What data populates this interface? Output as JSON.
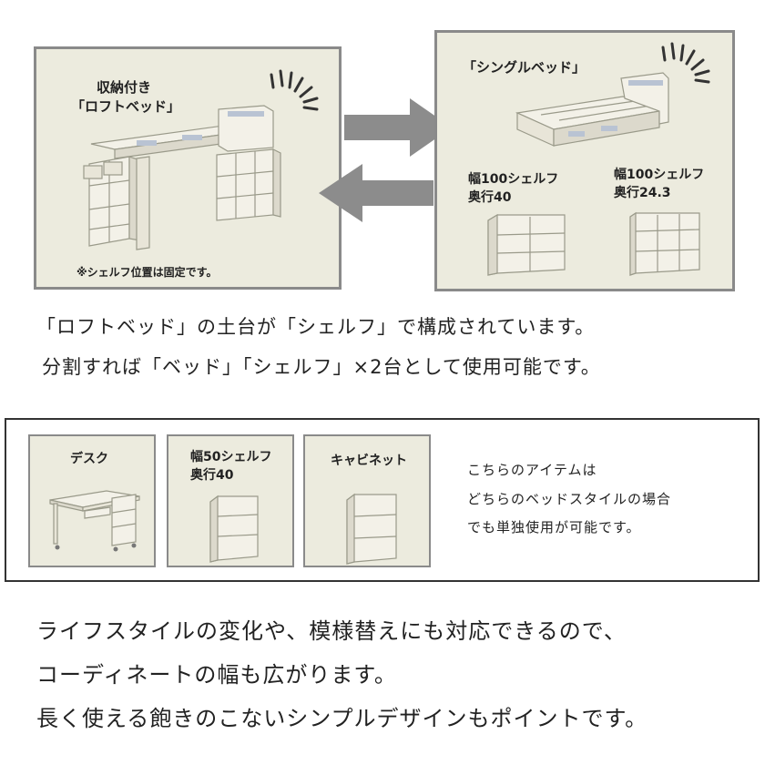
{
  "loft_panel": {
    "title_line1": "収納付き",
    "title_line2": "「ロフトベッド」",
    "footnote": "※シェルフ位置は固定です。"
  },
  "single_panel": {
    "title": "「シングルベッド」",
    "shelf1_line1": "幅100シェルフ",
    "shelf1_line2": "奥行40",
    "shelf2_line1": "幅100シェルフ",
    "shelf2_line2": "奥行24.3"
  },
  "middle_text": {
    "line1": "「ロフトベッド」の土台が「シェルフ」で構成されています。",
    "line2": "分割すれば「ベッド」「シェルフ」×2台として使用可能です。"
  },
  "items": {
    "desk_label": "デスク",
    "shelf50_line1": "幅50シェルフ",
    "shelf50_line2": "奥行40",
    "cabinet_label": "キャビネット",
    "note_line1": "こちらのアイテムは",
    "note_line2": "どちらのベッドスタイルの場合",
    "note_line3": "でも単独使用が可能です。"
  },
  "bottom_text": {
    "line1": "ライフスタイルの変化や、模様替えにも対応できるので、",
    "line2": "コーディネートの幅も広がります。",
    "line3": "長く使える飽きのこないシンプルデザインもポイントです。"
  },
  "colors": {
    "panel_bg": "#ecebde",
    "panel_border": "#8a8a8a",
    "arrow": "#8c8c8c",
    "furniture": "#f3f1e8",
    "accent_panel": "#b9c3d3"
  }
}
